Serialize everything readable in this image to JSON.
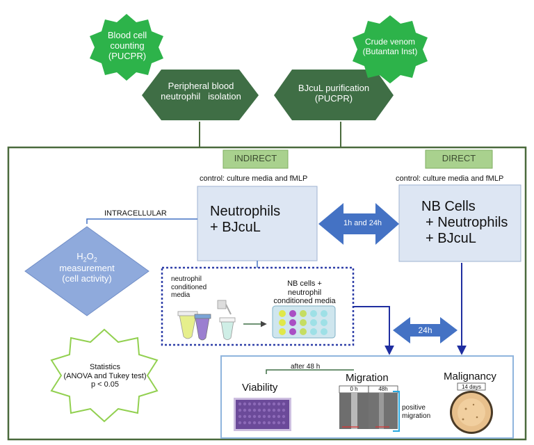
{
  "top": {
    "blood_count": [
      "Blood cell",
      "counting",
      "(PUCPR)"
    ],
    "isolation": [
      "Peripheral blood",
      "neutrophil   isolation"
    ],
    "purification": [
      "BJcuL purification",
      "(PUCPR)"
    ],
    "venom": [
      "Crude venom",
      "(Butantan Inst)"
    ]
  },
  "tabs": {
    "indirect": "INDIRECT",
    "direct": "DIRECT"
  },
  "controls": {
    "indirect": "control: culture media and fMLP",
    "direct": "control: culture media and fMLP"
  },
  "neutrophils_box": [
    "Neutrophils",
    "+ BJcuL"
  ],
  "nb_box": [
    "NB Cells",
    "+ Neutrophils",
    "+ BJcuL"
  ],
  "arrows": {
    "long_time": "1h and 24h",
    "short_time": "24h"
  },
  "intracellular": "INTRACELLULAR",
  "h2o2": {
    "prefix": "H",
    "sub1": "2",
    "mid": "O",
    "sub2": "2",
    "line2": "measurement",
    "line3": "(cell activity)"
  },
  "conditioned": {
    "left": [
      "neutrophil",
      "conditioned",
      "media"
    ],
    "right": [
      "NB cells +",
      "neutrophil",
      "conditioned media"
    ]
  },
  "statistics": [
    "Statistics",
    "(ANOVA and Tukey test)",
    "p < 0.05"
  ],
  "assays": {
    "after": "after 48 h",
    "viability": "Viability",
    "migration": "Migration",
    "malignancy": "Malignancy",
    "t0": "0 h",
    "t48": "48h",
    "days": "14 days",
    "positive": [
      "positive",
      "migration"
    ]
  },
  "colors": {
    "bright_green": "#2db34a",
    "dark_green": "#3f6e45",
    "frame": "#4a6a3c",
    "tab_green": "#a9d18e",
    "blue_box": "#dde6f3",
    "blue_arrow": "#4472c4",
    "diamond": "#8faadc",
    "dotted": "#2f3fa8"
  }
}
